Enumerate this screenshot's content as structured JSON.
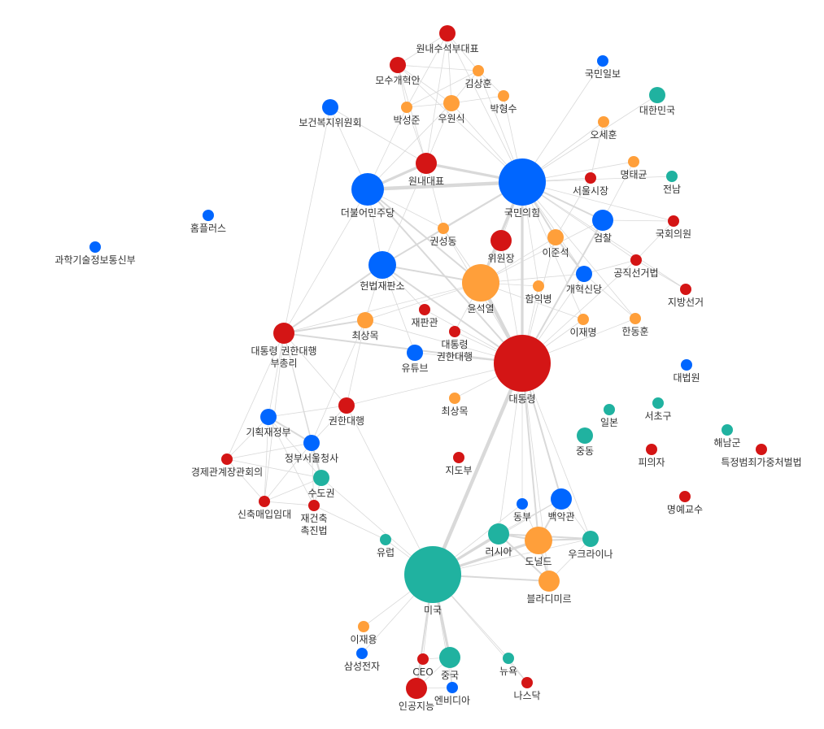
{
  "colors": {
    "person": "#FF9F3A",
    "organization": "#0066FF",
    "concept": "#D41515",
    "place": "#20B2A0",
    "edge": "#D9D9D9"
  },
  "nodes": [
    {
      "id": "n1",
      "label": [
        "원내수석부대표"
      ],
      "type": "concept",
      "weight": 2
    },
    {
      "id": "n2",
      "label": [
        "모수개혁안"
      ],
      "type": "concept",
      "weight": 2
    },
    {
      "id": "n3",
      "label": [
        "김상훈"
      ],
      "type": "person",
      "weight": 1
    },
    {
      "id": "n4",
      "label": [
        "박성준"
      ],
      "type": "person",
      "weight": 1
    },
    {
      "id": "n5",
      "label": [
        "우원식"
      ],
      "type": "person",
      "weight": 2
    },
    {
      "id": "n6",
      "label": [
        "박형수"
      ],
      "type": "person",
      "weight": 1
    },
    {
      "id": "n7",
      "label": [
        "보건복지위원회"
      ],
      "type": "organization",
      "weight": 2
    },
    {
      "id": "n8",
      "label": [
        "국민일보"
      ],
      "type": "organization",
      "weight": 1
    },
    {
      "id": "n9",
      "label": [
        "대한민국"
      ],
      "type": "place",
      "weight": 2
    },
    {
      "id": "n10",
      "label": [
        "오세훈"
      ],
      "type": "person",
      "weight": 1
    },
    {
      "id": "n11",
      "label": [
        "원내대표"
      ],
      "type": "concept",
      "weight": 3
    },
    {
      "id": "n12",
      "label": [
        "더불어민주당"
      ],
      "type": "organization",
      "weight": 5
    },
    {
      "id": "n13",
      "label": [
        "국민의힘"
      ],
      "type": "organization",
      "weight": 7
    },
    {
      "id": "n14",
      "label": [
        "명태균"
      ],
      "type": "person",
      "weight": 1
    },
    {
      "id": "n15",
      "label": [
        "서울시장"
      ],
      "type": "concept",
      "weight": 1
    },
    {
      "id": "n16",
      "label": [
        "전남"
      ],
      "type": "place",
      "weight": 1
    },
    {
      "id": "n17",
      "label": [
        "홈플러스"
      ],
      "type": "organization",
      "weight": 1
    },
    {
      "id": "n18",
      "label": [
        "과학기술정보통신부"
      ],
      "type": "organization",
      "weight": 1
    },
    {
      "id": "n19",
      "label": [
        "권성동"
      ],
      "type": "person",
      "weight": 1
    },
    {
      "id": "n20",
      "label": [
        "위원장"
      ],
      "type": "concept",
      "weight": 3
    },
    {
      "id": "n21",
      "label": [
        "이준석"
      ],
      "type": "person",
      "weight": 2
    },
    {
      "id": "n22",
      "label": [
        "검찰"
      ],
      "type": "organization",
      "weight": 3
    },
    {
      "id": "n23",
      "label": [
        "국회의원"
      ],
      "type": "concept",
      "weight": 1
    },
    {
      "id": "n24",
      "label": [
        "헌법재판소"
      ],
      "type": "organization",
      "weight": 4
    },
    {
      "id": "n25",
      "label": [
        "윤석열"
      ],
      "type": "person",
      "weight": 6
    },
    {
      "id": "n26",
      "label": [
        "공직선거법"
      ],
      "type": "concept",
      "weight": 1
    },
    {
      "id": "n27",
      "label": [
        "개혁신당"
      ],
      "type": "organization",
      "weight": 2
    },
    {
      "id": "n28",
      "label": [
        "함익병"
      ],
      "type": "person",
      "weight": 1
    },
    {
      "id": "n29",
      "label": [
        "지방선거"
      ],
      "type": "concept",
      "weight": 1
    },
    {
      "id": "n30",
      "label": [
        "재판관"
      ],
      "type": "concept",
      "weight": 1
    },
    {
      "id": "n31",
      "label": [
        "대통령",
        "권한대행"
      ],
      "type": "concept",
      "weight": 1
    },
    {
      "id": "n32",
      "label": [
        "최상목"
      ],
      "type": "person",
      "weight": 2
    },
    {
      "id": "n33",
      "label": [
        "이재명"
      ],
      "type": "person",
      "weight": 1
    },
    {
      "id": "n34",
      "label": [
        "한동훈"
      ],
      "type": "person",
      "weight": 1
    },
    {
      "id": "n35",
      "label": [
        "대통령 권한대행",
        "부총리"
      ],
      "type": "concept",
      "weight": 3
    },
    {
      "id": "n36",
      "label": [
        "유튜브"
      ],
      "type": "organization",
      "weight": 2
    },
    {
      "id": "n37",
      "label": [
        "대통령"
      ],
      "type": "concept",
      "weight": 8
    },
    {
      "id": "n38",
      "label": [
        "대법원"
      ],
      "type": "organization",
      "weight": 1
    },
    {
      "id": "n39",
      "label": [
        "최상목"
      ],
      "type": "person",
      "weight": 1
    },
    {
      "id": "n40",
      "label": [
        "권한대행"
      ],
      "type": "concept",
      "weight": 2
    },
    {
      "id": "n41",
      "label": [
        "기획재정부"
      ],
      "type": "organization",
      "weight": 2
    },
    {
      "id": "n42",
      "label": [
        "일본"
      ],
      "type": "place",
      "weight": 1
    },
    {
      "id": "n43",
      "label": [
        "서초구"
      ],
      "type": "place",
      "weight": 1
    },
    {
      "id": "n44",
      "label": [
        "중동"
      ],
      "type": "place",
      "weight": 2
    },
    {
      "id": "n45",
      "label": [
        "해남군"
      ],
      "type": "place",
      "weight": 1
    },
    {
      "id": "n46",
      "label": [
        "정부서울청사"
      ],
      "type": "organization",
      "weight": 2
    },
    {
      "id": "n47",
      "label": [
        "경제관계장관회의"
      ],
      "type": "concept",
      "weight": 1
    },
    {
      "id": "n48",
      "label": [
        "지도부"
      ],
      "type": "concept",
      "weight": 1
    },
    {
      "id": "n49",
      "label": [
        "피의자"
      ],
      "type": "concept",
      "weight": 1
    },
    {
      "id": "n50",
      "label": [
        "특정범죄가중처벌법"
      ],
      "type": "concept",
      "weight": 1
    },
    {
      "id": "n51",
      "label": [
        "수도권"
      ],
      "type": "place",
      "weight": 2
    },
    {
      "id": "n52",
      "label": [
        "신축매입임대"
      ],
      "type": "concept",
      "weight": 1
    },
    {
      "id": "n53",
      "label": [
        "재건축",
        "촉진법"
      ],
      "type": "concept",
      "weight": 1
    },
    {
      "id": "n54",
      "label": [
        "명예교수"
      ],
      "type": "concept",
      "weight": 1
    },
    {
      "id": "n55",
      "label": [
        "동부"
      ],
      "type": "organization",
      "weight": 1
    },
    {
      "id": "n56",
      "label": [
        "백악관"
      ],
      "type": "organization",
      "weight": 3
    },
    {
      "id": "n57",
      "label": [
        "러시아"
      ],
      "type": "place",
      "weight": 3
    },
    {
      "id": "n58",
      "label": [
        "도널드"
      ],
      "type": "person",
      "weight": 4
    },
    {
      "id": "n59",
      "label": [
        "우크라이나"
      ],
      "type": "place",
      "weight": 2
    },
    {
      "id": "n60",
      "label": [
        "유럽"
      ],
      "type": "place",
      "weight": 1
    },
    {
      "id": "n61",
      "label": [
        "블라디미르"
      ],
      "type": "person",
      "weight": 3
    },
    {
      "id": "n62",
      "label": [
        "미국"
      ],
      "type": "place",
      "weight": 9
    },
    {
      "id": "n63",
      "label": [
        "이재용"
      ],
      "type": "person",
      "weight": 1
    },
    {
      "id": "n64",
      "label": [
        "삼성전자"
      ],
      "type": "organization",
      "weight": 1
    },
    {
      "id": "n65",
      "label": [
        "CEO"
      ],
      "type": "concept",
      "weight": 1
    },
    {
      "id": "n66",
      "label": [
        "중국"
      ],
      "type": "place",
      "weight": 3
    },
    {
      "id": "n67",
      "label": [
        "뉴욕"
      ],
      "type": "place",
      "weight": 1
    },
    {
      "id": "n68",
      "label": [
        "나스닥"
      ],
      "type": "concept",
      "weight": 1
    },
    {
      "id": "n69",
      "label": [
        "인공지능"
      ],
      "type": "concept",
      "weight": 3
    },
    {
      "id": "n70",
      "label": [
        "엔비디아"
      ],
      "type": "organization",
      "weight": 1
    }
  ],
  "edges": [
    [
      "n1",
      "n2"
    ],
    [
      "n1",
      "n3"
    ],
    [
      "n1",
      "n5"
    ],
    [
      "n1",
      "n4"
    ],
    [
      "n1",
      "n11"
    ],
    [
      "n1",
      "n13"
    ],
    [
      "n2",
      "n4"
    ],
    [
      "n2",
      "n5"
    ],
    [
      "n2",
      "n11"
    ],
    [
      "n2",
      "n13"
    ],
    [
      "n2",
      "n3"
    ],
    [
      "n3",
      "n5"
    ],
    [
      "n3",
      "n4"
    ],
    [
      "n3",
      "n13"
    ],
    [
      "n3",
      "n6"
    ],
    [
      "n4",
      "n5"
    ],
    [
      "n4",
      "n11"
    ],
    [
      "n4",
      "n12"
    ],
    [
      "n5",
      "n11"
    ],
    [
      "n5",
      "n13"
    ],
    [
      "n5",
      "n12"
    ],
    [
      "n5",
      "n6"
    ],
    [
      "n6",
      "n13"
    ],
    [
      "n7",
      "n12"
    ],
    [
      "n7",
      "n35"
    ],
    [
      "n7",
      "n11"
    ],
    [
      "n8",
      "n13"
    ],
    [
      "n9",
      "n13"
    ],
    [
      "n10",
      "n13"
    ],
    [
      "n10",
      "n15"
    ],
    [
      "n14",
      "n13"
    ],
    [
      "n14",
      "n22"
    ],
    [
      "n15",
      "n13"
    ],
    [
      "n15",
      "n21"
    ],
    [
      "n16",
      "n13"
    ],
    [
      "n11",
      "n12",
      "3"
    ],
    [
      "n11",
      "n13",
      "3"
    ],
    [
      "n11",
      "n24"
    ],
    [
      "n11",
      "n19"
    ],
    [
      "n12",
      "n13",
      "4"
    ],
    [
      "n12",
      "n24"
    ],
    [
      "n12",
      "n25",
      "2"
    ],
    [
      "n12",
      "n35"
    ],
    [
      "n12",
      "n19"
    ],
    [
      "n12",
      "n37",
      "2"
    ],
    [
      "n13",
      "n25",
      "3"
    ],
    [
      "n13",
      "n37",
      "3"
    ],
    [
      "n13",
      "n19",
      "2"
    ],
    [
      "n13",
      "n20"
    ],
    [
      "n13",
      "n21",
      "2"
    ],
    [
      "n13",
      "n22",
      "2"
    ],
    [
      "n13",
      "n24",
      "2"
    ],
    [
      "n13",
      "n23"
    ],
    [
      "n13",
      "n27"
    ],
    [
      "n13",
      "n26"
    ],
    [
      "n13",
      "n34"
    ],
    [
      "n13",
      "n33"
    ],
    [
      "n13",
      "n28"
    ],
    [
      "n13",
      "n29"
    ],
    [
      "n19",
      "n25"
    ],
    [
      "n19",
      "n24"
    ],
    [
      "n19",
      "n37"
    ],
    [
      "n20",
      "n25"
    ],
    [
      "n20",
      "n37"
    ],
    [
      "n21",
      "n27",
      "2"
    ],
    [
      "n21",
      "n25"
    ],
    [
      "n21",
      "n37"
    ],
    [
      "n22",
      "n37",
      "2"
    ],
    [
      "n22",
      "n25"
    ],
    [
      "n22",
      "n23"
    ],
    [
      "n23",
      "n26"
    ],
    [
      "n26",
      "n27"
    ],
    [
      "n26",
      "n37"
    ],
    [
      "n26",
      "n29"
    ],
    [
      "n24",
      "n25",
      "2"
    ],
    [
      "n24",
      "n37",
      "2"
    ],
    [
      "n24",
      "n35",
      "2"
    ],
    [
      "n24",
      "n32"
    ],
    [
      "n24",
      "n30"
    ],
    [
      "n24",
      "n36"
    ],
    [
      "n25",
      "n37",
      "4"
    ],
    [
      "n25",
      "n28"
    ],
    [
      "n25",
      "n32"
    ],
    [
      "n25",
      "n35"
    ],
    [
      "n25",
      "n27"
    ],
    [
      "n25",
      "n31"
    ],
    [
      "n25",
      "n33"
    ],
    [
      "n27",
      "n37"
    ],
    [
      "n27",
      "n34"
    ],
    [
      "n28",
      "n37"
    ],
    [
      "n30",
      "n37"
    ],
    [
      "n31",
      "n37"
    ],
    [
      "n32",
      "n35",
      "2"
    ],
    [
      "n32",
      "n37"
    ],
    [
      "n32",
      "n40"
    ],
    [
      "n32",
      "n46"
    ],
    [
      "n33",
      "n37"
    ],
    [
      "n34",
      "n37"
    ],
    [
      "n36",
      "n37"
    ],
    [
      "n39",
      "n37"
    ],
    [
      "n35",
      "n37",
      "2"
    ],
    [
      "n35",
      "n40"
    ],
    [
      "n35",
      "n41"
    ],
    [
      "n35",
      "n46"
    ],
    [
      "n35",
      "n47"
    ],
    [
      "n35",
      "n52"
    ],
    [
      "n35",
      "n51"
    ],
    [
      "n40",
      "n37"
    ],
    [
      "n40",
      "n41"
    ],
    [
      "n40",
      "n46"
    ],
    [
      "n40",
      "n62"
    ],
    [
      "n41",
      "n46",
      "2"
    ],
    [
      "n41",
      "n47"
    ],
    [
      "n41",
      "n52"
    ],
    [
      "n41",
      "n53"
    ],
    [
      "n41",
      "n51"
    ],
    [
      "n46",
      "n47"
    ],
    [
      "n46",
      "n51",
      "2"
    ],
    [
      "n46",
      "n52"
    ],
    [
      "n46",
      "n53"
    ],
    [
      "n47",
      "n52"
    ],
    [
      "n47",
      "n51"
    ],
    [
      "n51",
      "n52"
    ],
    [
      "n51",
      "n53"
    ],
    [
      "n51",
      "n62"
    ],
    [
      "n52",
      "n53"
    ],
    [
      "n53",
      "n60"
    ],
    [
      "n60",
      "n62"
    ],
    [
      "n37",
      "n62",
      "4"
    ],
    [
      "n37",
      "n56",
      "2"
    ],
    [
      "n37",
      "n58",
      "2"
    ],
    [
      "n37",
      "n57"
    ],
    [
      "n37",
      "n59"
    ],
    [
      "n37",
      "n61"
    ],
    [
      "n37",
      "n55"
    ],
    [
      "n62",
      "n57",
      "3"
    ],
    [
      "n62",
      "n58",
      "3"
    ],
    [
      "n62",
      "n61",
      "2"
    ],
    [
      "n62",
      "n56"
    ],
    [
      "n62",
      "n59"
    ],
    [
      "n62",
      "n55"
    ],
    [
      "n62",
      "n63"
    ],
    [
      "n62",
      "n64"
    ],
    [
      "n62",
      "n65"
    ],
    [
      "n62",
      "n66",
      "3"
    ],
    [
      "n62",
      "n67"
    ],
    [
      "n62",
      "n69",
      "2"
    ],
    [
      "n62",
      "n70"
    ],
    [
      "n62",
      "n68"
    ],
    [
      "n57",
      "n58",
      "2"
    ],
    [
      "n57",
      "n59",
      "2"
    ],
    [
      "n57",
      "n61",
      "2"
    ],
    [
      "n57",
      "n56"
    ],
    [
      "n58",
      "n59",
      "2"
    ],
    [
      "n58",
      "n61",
      "2"
    ],
    [
      "n58",
      "n56",
      "2"
    ],
    [
      "n58",
      "n55"
    ],
    [
      "n59",
      "n61"
    ],
    [
      "n56",
      "n59"
    ],
    [
      "n65",
      "n69"
    ],
    [
      "n65",
      "n66"
    ],
    [
      "n66",
      "n69"
    ],
    [
      "n66",
      "n70"
    ],
    [
      "n69",
      "n70"
    ],
    [
      "n67",
      "n68"
    ]
  ]
}
